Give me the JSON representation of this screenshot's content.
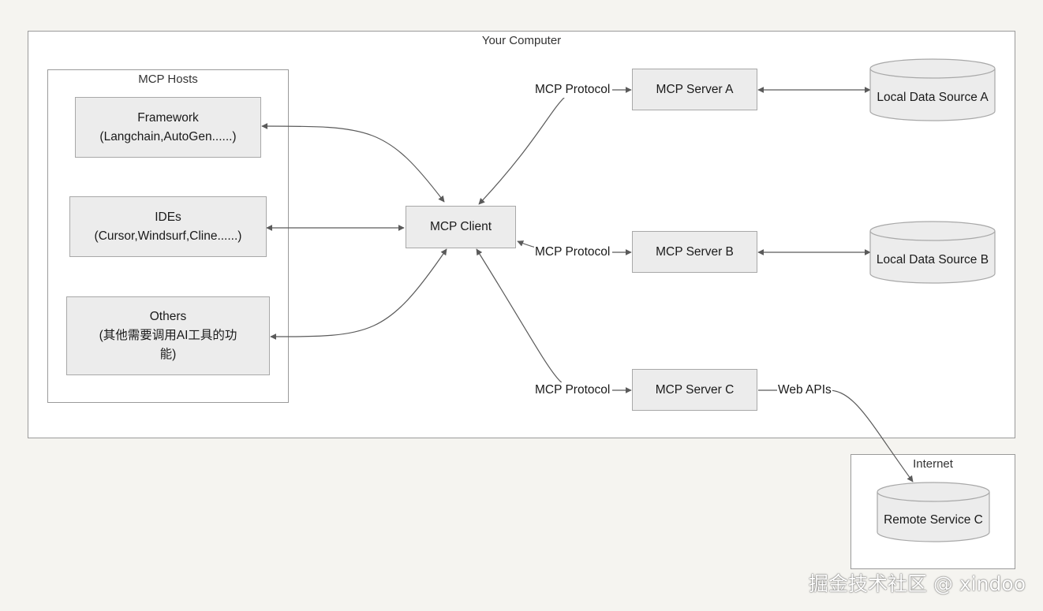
{
  "groups": {
    "computer": "Your Computer",
    "hosts": "MCP Hosts",
    "internet": "Internet"
  },
  "nodes": {
    "framework": {
      "line1": "Framework",
      "line2": "(Langchain,AutoGen......)"
    },
    "ides": {
      "line1": "IDEs",
      "line2": "(Cursor,Windsurf,Cline......)"
    },
    "others": {
      "line1": "Others",
      "line2": "(其他需要调用AI工具的功",
      "line3": "能)"
    },
    "client": "MCP Client",
    "server_a": "MCP Server A",
    "server_b": "MCP Server B",
    "server_c": "MCP Server C",
    "source_a": "Local Data Source A",
    "source_b": "Local Data Source B",
    "remote_c": "Remote Service C"
  },
  "edges": {
    "protocol_a": "MCP Protocol",
    "protocol_b": "MCP Protocol",
    "protocol_c": "MCP Protocol",
    "web_apis": "Web APIs"
  },
  "colors": {
    "edge": "#5a5a5a",
    "node_fill": "#ececec",
    "container_fill": "#ffffff",
    "background": "#f5f4f0"
  },
  "watermark": "掘金技术社区 @ xindoo"
}
